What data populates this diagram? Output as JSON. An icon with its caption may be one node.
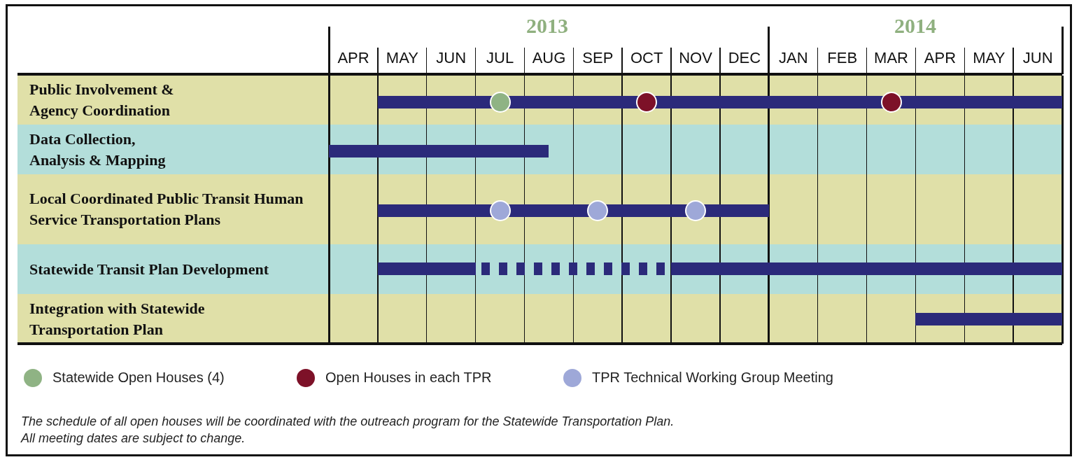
{
  "diagram": {
    "nodes": [
      {
        "text": [
          "Public Involvement & Agency Coordination"
        ]
      },
      {
        "text": [],
        "shape": "bar",
        "in": 0
      },
      {
        "text": [
          "Data Collection, Analysis & Mapping"
        ]
      },
      {
        "text": [],
        "shape": "bar",
        "in": 2
      },
      {
        "text": [
          "Local Coordinated Public Transit Human Service Transportation Plans"
        ]
      },
      {
        "text": [],
        "shape": "bar",
        "in": 4
      },
      {
        "text": [
          "Statewide Transit Plan Development"
        ]
      },
      {
        "text": [],
        "shape": "bar",
        "in": 6
      },
      {
        "text": [],
        "shape": "bar",
        "in": 6
      },
      {
        "text": [],
        "shape": "bar",
        "in": 6
      },
      {
        "text": [
          "Integration with Statewide Transportation Plan"
        ]
      },
      {
        "text": [],
        "shape": "bar",
        "in": 10
      }
    ],
    "edges": [],
    "labels": [
      "2013",
      "2014",
      "APR",
      "MAY",
      "JUN",
      "JUL",
      "AUG",
      "SEP",
      "OCT",
      "NOV",
      "DEC",
      "JAN",
      "FEB",
      "MAR",
      "APR",
      "MAY",
      "JUN",
      "The schedule of all open houses will be coordinated with the outreach program for the Statewide Transportation Plan.",
      "All meeting dates are subject to change."
    ],
    "legend": [
      {
        "text": "Statewide Open Houses (4)",
        "color": "#8fb384"
      },
      {
        "text": "Open Houses in each TPR",
        "color": "#7d1128"
      },
      {
        "text": "TPR Technical Working Group Meeting",
        "color": "#9ea8d8"
      }
    ]
  }
}
